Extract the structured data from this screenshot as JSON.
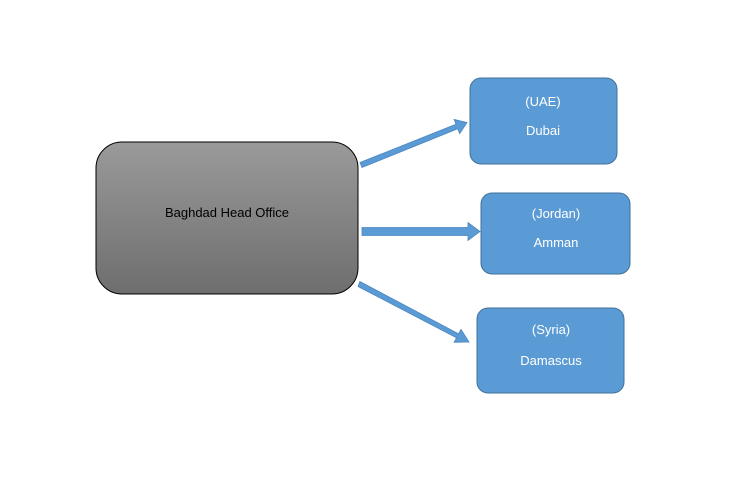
{
  "diagram": {
    "head_office": {
      "label": "Baghdad Head Office"
    },
    "branches": [
      {
        "country": "(UAE)",
        "city": "Dubai"
      },
      {
        "country": "(Jordan)",
        "city": "Amman"
      },
      {
        "country": "(Syria)",
        "city": "Damascus"
      }
    ],
    "colors": {
      "branch_fill": "#5b9bd5",
      "branch_stroke": "#41719c",
      "head_fill_top": "#9a9a9a",
      "head_fill_bottom": "#6e6e6e",
      "head_stroke": "#000000",
      "arrow_fill": "#5b9bd5",
      "branch_text": "#ffffff",
      "head_text": "#000000"
    }
  }
}
